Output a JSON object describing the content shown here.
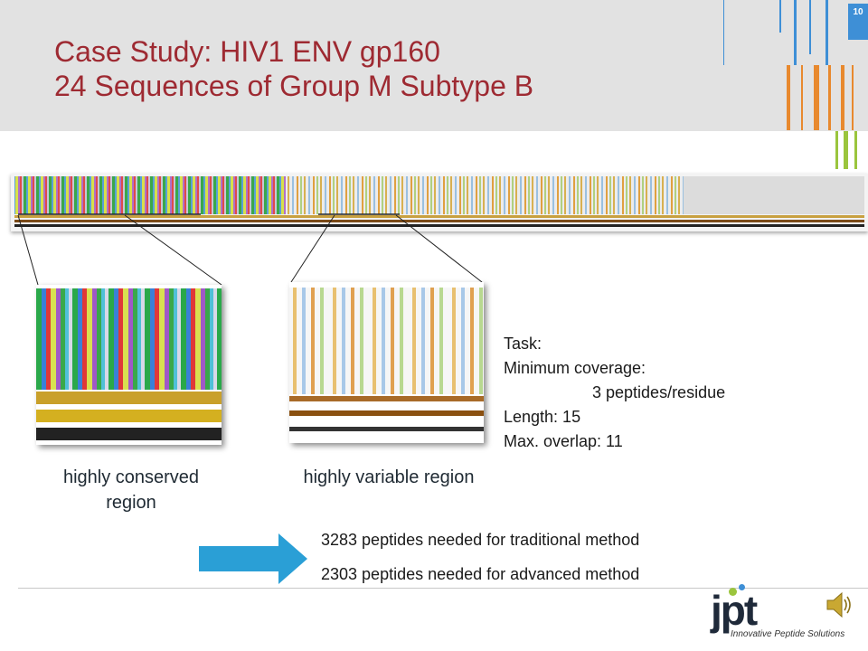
{
  "slide": {
    "number": "10",
    "title_line1": "Case Study: HIV1 ENV gp160",
    "title_line2": "24 Sequences of Group M Subtype B"
  },
  "captions": {
    "conserved": "highly conserved region",
    "variable": "highly variable region"
  },
  "task": {
    "heading": "Task:",
    "coverage_label": "Minimum coverage:",
    "coverage_value": "3 peptides/residue",
    "length": "Length: 15",
    "overlap": "Max. overlap: 11"
  },
  "results": {
    "traditional": "3283 peptides needed for traditional method",
    "advanced": "2303 peptides needed for advanced method"
  },
  "logo": {
    "wordmark": "jpt",
    "tagline": "Innovative Peptide Solutions"
  },
  "colors": {
    "title": "#9e2a32",
    "accent_blue": "#3e8fd6",
    "accent_orange": "#e8892e",
    "accent_green": "#9bc53d"
  },
  "icons": {
    "sound": "speaker-icon",
    "arrow": "right-arrow-icon"
  }
}
